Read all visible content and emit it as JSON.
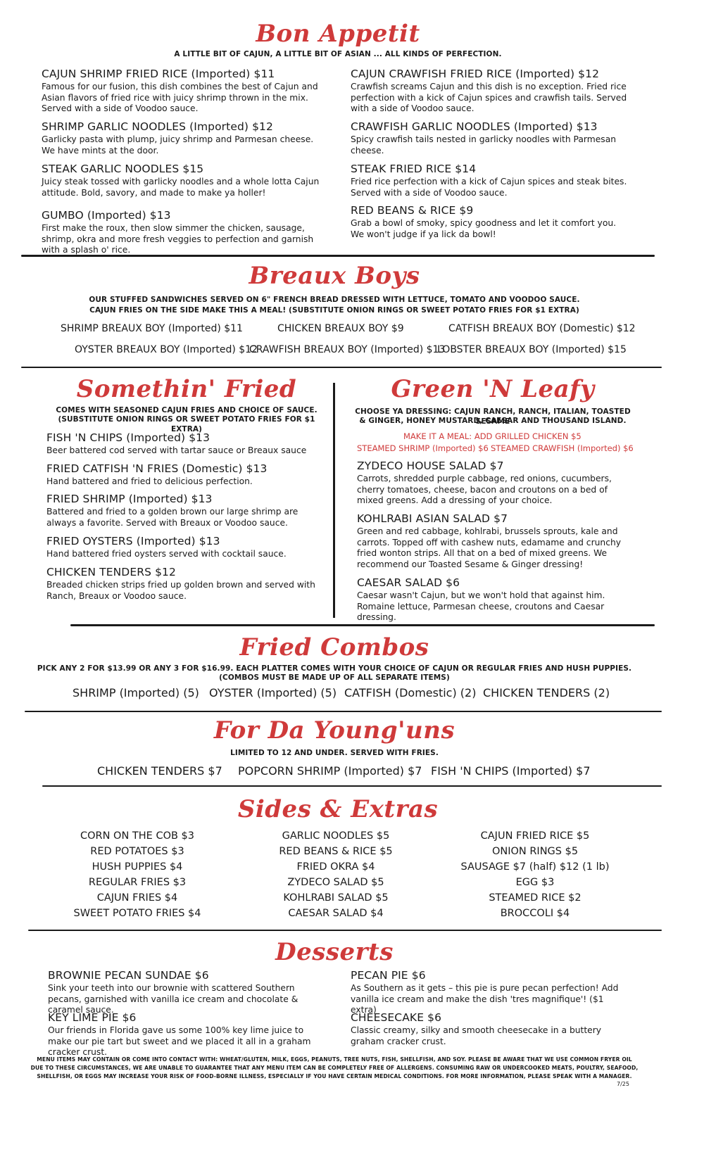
{
  "bon_appetit": {
    "title": "Bon Appetit",
    "tagline": "A LITTLE BIT OF CAJUN, A LITTLE BIT OF ASIAN ... ALL KINDS OF PERFECTION.",
    "items": [
      {
        "name": "CAJUN SHRIMP FRIED RICE (Imported)  $11",
        "desc": "Famous for our fusion, this dish combines the best of Cajun and Asian flavors of fried rice with juicy shrimp thrown in the mix. Served with a side of Voodoo sauce."
      },
      {
        "name": "SHRIMP GARLIC NOODLES (Imported) $12",
        "desc": "Garlicky pasta with plump, juicy shrimp and Parmesan cheese. We have mints at the door."
      },
      {
        "name": "STEAK GARLIC NOODLES $15",
        "desc": "Juicy steak tossed with garlicky noodles and a whole lotta Cajun attitude. Bold, savory, and made to make ya holler!"
      },
      {
        "name": "GUMBO (Imported) $13",
        "desc": "First make the roux, then slow simmer the chicken, sausage, shrimp, okra and more fresh veggies to perfection and garnish with a splash o' rice."
      },
      {
        "name": "CAJUN CRAWFISH FRIED RICE (Imported) $12",
        "desc": "Crawfish screams Cajun and this dish is no exception. Fried rice perfection with a kick of Cajun spices and crawfish tails. Served with a side of Voodoo sauce."
      },
      {
        "name": "CRAWFISH GARLIC NOODLES (Imported) $13",
        "desc": "Spicy crawfish tails nested in garlicky noodles with Parmesan cheese."
      },
      {
        "name": "STEAK FRIED RICE $14",
        "desc": "Fried rice perfection with a kick of Cajun spices and steak bites. Served with a side of Voodoo sauce."
      },
      {
        "name": "RED BEANS & RICE  $9",
        "desc": "Grab a bowl of smoky, spicy goodness and let it comfort you. We won't judge if ya lick da bowl!"
      }
    ]
  },
  "breaux": {
    "title": "Breaux Boys",
    "line1": "OUR STUFFED SANDWICHES SERVED ON 6\" FRENCH BREAD DRESSED WITH LETTUCE, TOMATO AND VOODOO SAUCE.",
    "line2": "CAJUN FRIES ON THE SIDE MAKE THIS A MEAL!  (SUBSTITUTE ONION RINGS OR SWEET POTATO FRIES FOR $1 EXTRA)",
    "items": [
      "SHRIMP BREAUX BOY (Imported) $11",
      "CHICKEN BREAUX BOY  $9",
      "CATFISH BREAUX BOY (Domestic)  $12",
      "OYSTER BREAUX BOY (Imported)  $12",
      "CRAWFISH BREAUX BOY (Imported) $13",
      "LOBSTER BREAUX BOY (Imported)  $15"
    ]
  },
  "fried": {
    "title": "Somethin' Fried",
    "line1": "COMES WITH SEASONED CAJUN FRIES AND CHOICE OF SAUCE.",
    "line2": "(SUBSTITUTE ONION RINGS OR SWEET POTATO FRIES FOR $1 EXTRA)",
    "items": [
      {
        "name": "FISH 'N CHIPS (Imported)     $13",
        "desc": "Beer battered cod served with tartar sauce or Breaux sauce"
      },
      {
        "name": "FRIED CATFISH 'N FRIES (Domestic)  $13",
        "desc": "Hand battered and fried to delicious perfection."
      },
      {
        "name": "FRIED SHRIMP (Imported)    $13",
        "desc": "Battered and fried to a golden brown our large shrimp are always a favorite. Served with Breaux or Voodoo sauce."
      },
      {
        "name": "FRIED OYSTERS (Imported) $13",
        "desc": "Hand battered fried oysters served with cocktail sauce."
      },
      {
        "name": "CHICKEN TENDERS    $12",
        "desc": "Breaded chicken strips fried up golden brown and served with Ranch, Breaux or Voodoo sauce."
      }
    ]
  },
  "green": {
    "title": "Green 'N Leafy",
    "line1": "CHOOSE YA DRESSING: CAJUN RANCH, RANCH, ITALIAN, TOASTED SESAME",
    "line2": "& GINGER, HONEY MUSTARD, CAESAR AND THOUSAND ISLAND.",
    "meal1": "MAKE IT A MEAL:   ADD GRILLED CHICKEN $5",
    "meal2": "STEAMED SHRIMP (Imported) $6",
    "meal3": "STEAMED CRAWFISH (Imported) $6",
    "items": [
      {
        "name": "ZYDECO HOUSE SALAD  $7",
        "desc": "Carrots, shredded purple cabbage, red onions, cucumbers, cherry tomatoes, cheese, bacon and croutons on a bed of mixed greens. Add a dressing of your choice."
      },
      {
        "name": "KOHLRABI ASIAN SALAD  $7",
        "desc": "Green and red cabbage, kohlrabi, brussels sprouts, kale and carrots. Topped off with cashew nuts, edamame and crunchy fried wonton strips. All that on a bed of mixed greens. We recommend our Toasted Sesame & Ginger dressing!"
      },
      {
        "name": "CAESAR SALAD  $6",
        "desc": "Caesar wasn't Cajun, but we won't hold that against him. Romaine lettuce, Parmesan cheese, croutons and Caesar dressing."
      }
    ]
  },
  "combos": {
    "title": "Fried Combos",
    "line1": "PICK ANY 2 FOR $13.99 OR ANY 3 FOR $16.99. EACH PLATTER COMES WITH YOUR CHOICE OF CAJUN OR REGULAR FRIES AND HUSH PUPPIES.",
    "line2": "(COMBOS MUST BE MADE UP OF ALL SEPARATE ITEMS)",
    "items": [
      "SHRIMP (Imported) (5)",
      "OYSTER (Imported) (5)",
      "CATFISH (Domestic) (2)",
      "CHICKEN TENDERS (2)"
    ]
  },
  "young": {
    "title": "For Da Young'uns",
    "line1": "LIMITED TO 12 AND UNDER. SERVED WITH FRIES.",
    "items": [
      "CHICKEN TENDERS  $7",
      "POPCORN SHRIMP (Imported) $7",
      "FISH 'N CHIPS (Imported) $7"
    ]
  },
  "sides": {
    "title": "Sides & Extras",
    "col1": [
      "CORN ON THE COB  $3",
      "RED POTATOES  $3",
      "HUSH PUPPIES  $4",
      "REGULAR FRIES  $3",
      "CAJUN FRIES  $4",
      "SWEET POTATO FRIES  $4"
    ],
    "col2": [
      "GARLIC NOODLES  $5",
      "RED BEANS & RICE  $5",
      "FRIED OKRA   $4",
      "ZYDECO SALAD  $5",
      "KOHLRABI SALAD  $5",
      "CAESAR SALAD  $4"
    ],
    "col3": [
      "CAJUN FRIED RICE  $5",
      "ONION RINGS  $5",
      "SAUSAGE  $7 (half)  $12 (1 lb)",
      "EGG  $3",
      "STEAMED RICE  $2",
      "BROCCOLI  $4"
    ]
  },
  "desserts": {
    "title": "Desserts",
    "items": [
      {
        "name": "BROWNIE PECAN SUNDAE  $6",
        "desc": "Sink your teeth into our brownie with scattered Southern pecans, garnished with vanilla ice cream and chocolate & caramel sauce."
      },
      {
        "name": "KEY LIME PIE  $6",
        "desc": "Our friends in Florida gave us some 100% key lime juice to make our pie tart but sweet and we placed it all in a graham cracker crust."
      },
      {
        "name": "PECAN PIE  $6",
        "desc": "As Southern as it gets – this pie is pure pecan perfection! Add vanilla ice cream and make the dish 'tres magnifique'! ($1 extra)"
      },
      {
        "name": "CHEESECAKE  $6",
        "desc": "Classic creamy, silky and smooth cheesecake in a buttery graham cracker crust."
      }
    ]
  },
  "footer": {
    "line1": "MENU ITEMS MAY CONTAIN OR COME INTO CONTACT WITH: WHEAT/GLUTEN, MILK, EGGS, PEANUTS, TREE NUTS, FISH, SHELLFISH, AND SOY. PLEASE BE AWARE THAT WE USE COMMON FRYER OIL",
    "line2": "DUE TO THESE CIRCUMSTANCES, WE ARE UNABLE TO GUARANTEE THAT ANY MENU ITEM CAN BE COMPLETELY FREE OF ALLERGENS.  CONSUMING RAW OR UNDERCOOKED MEATS, POULTRY, SEAFOOD,",
    "line3": "SHELLFISH, OR EGGS MAY INCREASE YOUR RISK OF FOOD-BORNE ILLNESS, ESPECIALLY IF YOU HAVE CERTAIN MEDICAL CONDITIONS. FOR MORE INFORMATION, PLEASE SPEAK WITH A MANAGER.",
    "date": "7/25"
  },
  "colors": {
    "accent": "#cf3a3a",
    "text": "#1a1a1a"
  }
}
